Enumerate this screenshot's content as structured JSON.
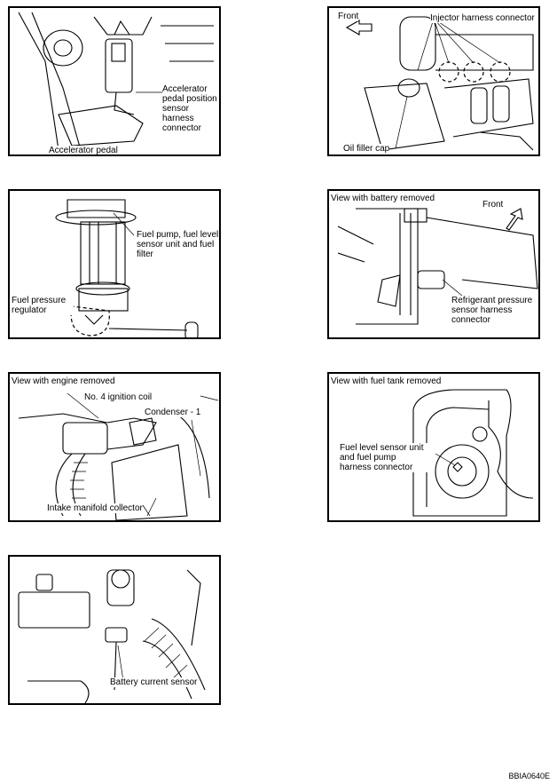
{
  "panels": {
    "p1": {
      "labels": {
        "sensor": "Accelerator pedal position sensor harness connector",
        "pedal": "Accelerator pedal"
      }
    },
    "p2": {
      "labels": {
        "front": "Front",
        "injector": "Injector harness connector",
        "oil": "Oil filler cap"
      }
    },
    "p3": {
      "labels": {
        "pump": "Fuel pump, fuel level sensor unit and fuel filter",
        "regulator": "Fuel pressure regulator"
      }
    },
    "p4": {
      "header": "View with battery removed",
      "labels": {
        "front": "Front",
        "refrig": "Refrigerant pressure sensor harness connector"
      }
    },
    "p5": {
      "header": "View with engine removed",
      "labels": {
        "coil": "No. 4 ignition coil",
        "condenser": "Condenser - 1",
        "intake": "Intake manifold collector"
      }
    },
    "p6": {
      "header": "View with fuel tank removed",
      "labels": {
        "fuel": "Fuel level sensor unit and fuel pump harness connector"
      }
    },
    "p7": {
      "labels": {
        "battery": "Battery current sensor"
      }
    }
  },
  "figure_code": "BBIA0640E"
}
